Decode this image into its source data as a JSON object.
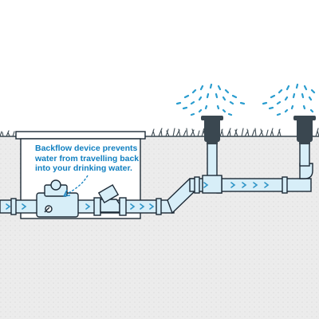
{
  "annotation": {
    "lines": [
      "Backflow device prevents",
      "water from travelling back",
      "into your drinking water."
    ]
  },
  "colors": {
    "ground": "#ebebeb",
    "sky": "#ffffff",
    "grass": "#3d4a52",
    "pipe_fill": "#d7eef8",
    "pipe_outline": "#1d2a36",
    "flow_arrow": "#2e95c8",
    "water_spray": "#2a9dcf",
    "callout_text": "#0f7fc0",
    "sprinkler_head": "#3a4750"
  },
  "icons": {
    "flow_direction": "chevron-right",
    "sprinkler": "pop-up-sprinkler-icon",
    "backflow": "backflow-device-icon",
    "valve": "inline-valve-icon"
  }
}
